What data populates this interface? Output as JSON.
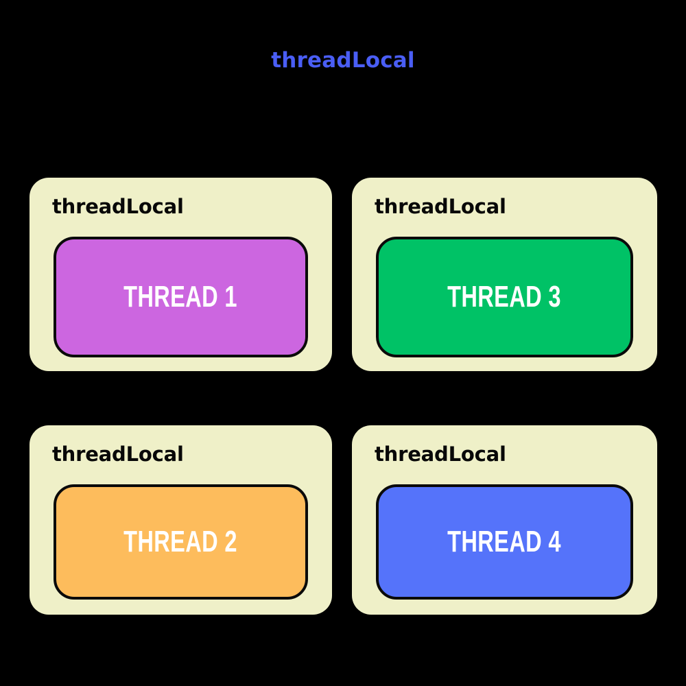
{
  "diagram": {
    "title": "threadLocal",
    "title_color": "#4a5ef5",
    "background_color": "#000000",
    "card_background_color": "#eff0c8",
    "border_color": "#0a0a0a",
    "thread_label_color": "#ffffff"
  },
  "cards": [
    {
      "label": "threadLocal",
      "thread_name": "THREAD 1",
      "color": "#cc66e0",
      "position": "top-left"
    },
    {
      "label": "threadLocal",
      "thread_name": "THREAD 3",
      "color": "#00c266",
      "position": "top-right"
    },
    {
      "label": "threadLocal",
      "thread_name": "THREAD 2",
      "color": "#fdbc5c",
      "position": "bottom-left"
    },
    {
      "label": "threadLocal",
      "thread_name": "THREAD 4",
      "color": "#5573fa",
      "position": "bottom-right"
    }
  ]
}
